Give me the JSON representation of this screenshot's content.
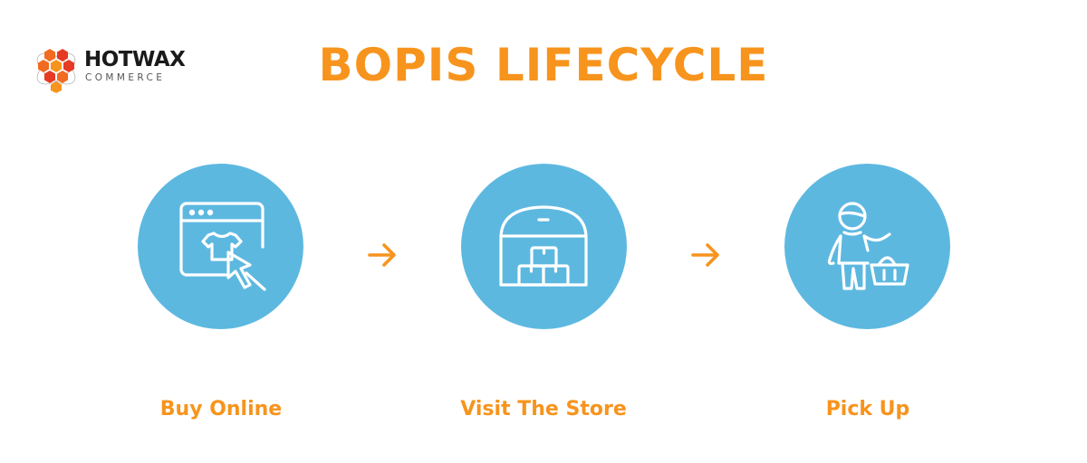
{
  "brand": {
    "name": "HOTWAX",
    "tagline": "COMMERCE"
  },
  "title": "BOPIS LIFECYCLE",
  "colors": {
    "accent": "#f7941d",
    "circle": "#5db8e0",
    "icon_stroke": "#ffffff",
    "logo_dark": "#1a1a1a",
    "logo_red": "#e63a24",
    "logo_orange": "#f26b22"
  },
  "steps": [
    {
      "label": "Buy Online",
      "icon": "browser-shopping-cursor-icon"
    },
    {
      "label": "Visit The Store",
      "icon": "store-boxes-icon"
    },
    {
      "label": "Pick Up",
      "icon": "person-basket-icon"
    }
  ],
  "connectors": [
    {
      "icon": "arrow-right-icon"
    },
    {
      "icon": "arrow-right-icon"
    }
  ]
}
